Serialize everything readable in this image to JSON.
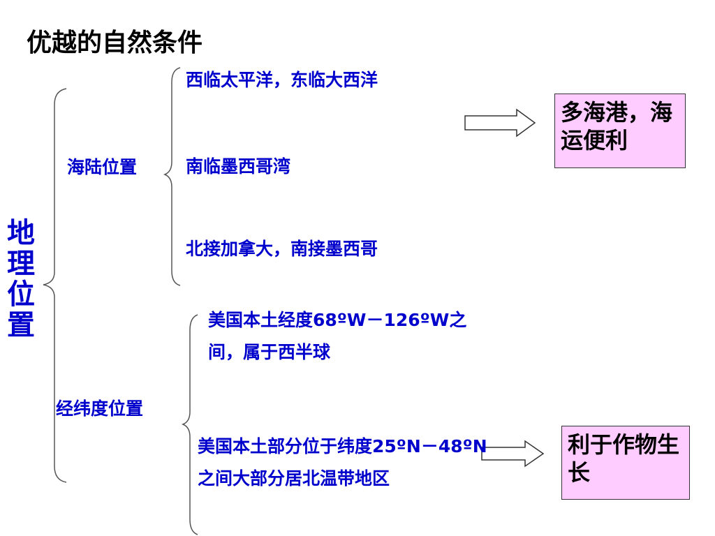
{
  "title": "优越的自然条件",
  "root": "地理位置",
  "branches": [
    {
      "label": "海陆位置",
      "items": [
        "西临太平洋，东临大西洋",
        "南临墨西哥湾",
        "北接加拿大，南接墨西哥"
      ],
      "result": "多海港，海运便利"
    },
    {
      "label": "经纬度位置",
      "items": [
        "美国本土经度68ºW－126ºW之间，属于西半球",
        "美国本土部分位于纬度25ºN－48ºN之间大部分居北温带地区"
      ],
      "result": "利于作物生长"
    }
  ],
  "colors": {
    "text_blue": "#0000cc",
    "result_fill": "#ffccff",
    "bracket": "#555555"
  },
  "icons": [
    "brace-root",
    "brace-haillu",
    "brace-jingwei",
    "arrow-right-hollow"
  ]
}
